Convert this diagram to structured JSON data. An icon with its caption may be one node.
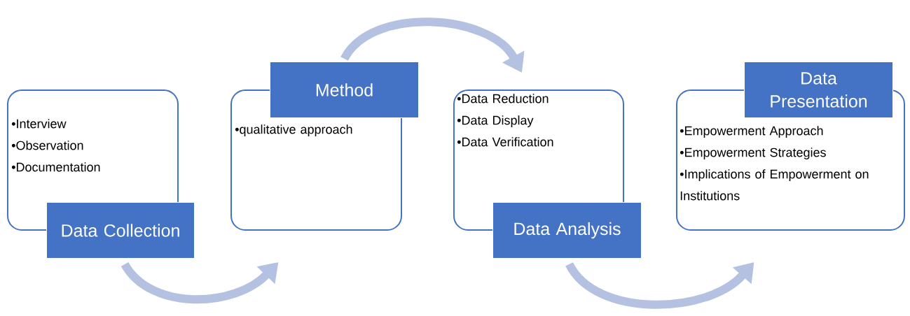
{
  "diagram": {
    "nodes": [
      {
        "text": [
          "•Interview",
          "•Observation",
          "•Documentation"
        ]
      },
      {
        "text": [
          "Data Collection"
        ]
      },
      {
        "text": [
          "Method"
        ]
      },
      {
        "text": [
          "•qualitative approach"
        ]
      },
      {
        "text": [
          "•Data Reduction",
          "•Data Display",
          "•Data Verification"
        ]
      },
      {
        "text": [
          "Data Analysis"
        ]
      },
      {
        "text": [
          "Data Presentation"
        ]
      },
      {
        "text": [
          "•Empowerment Approach",
          "•Empowerment Strategies",
          "•Implications of Empowerment on Institutions"
        ]
      }
    ],
    "edges": [
      {
        "from": 1,
        "to": 3,
        "arrow": "to"
      },
      {
        "from": 2,
        "to": 4,
        "arrow": "to"
      },
      {
        "from": 5,
        "to": 7,
        "arrow": "to"
      }
    ]
  }
}
